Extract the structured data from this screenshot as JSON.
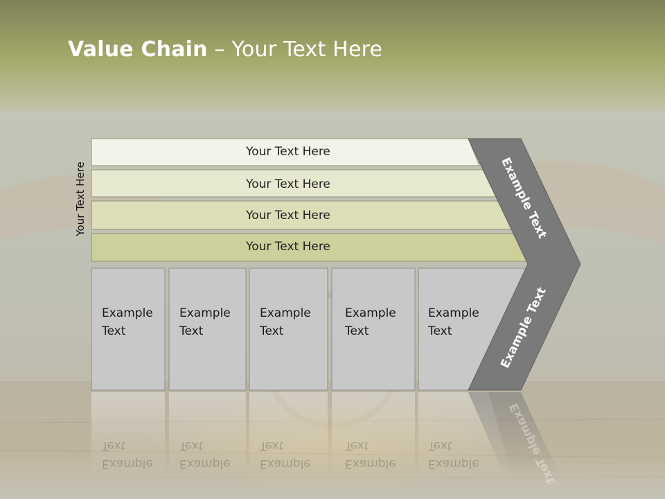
{
  "title": {
    "bold": "Value Chain",
    "rest": " – Your Text Here"
  },
  "side_label": "Your Text Here",
  "bars": [
    {
      "label": "Your Text Here"
    },
    {
      "label": "Your Text Here"
    },
    {
      "label": "Your Text Here"
    },
    {
      "label": "Your Text Here"
    }
  ],
  "boxes": [
    {
      "line1": "Example",
      "line2": "Text"
    },
    {
      "line1": "Example",
      "line2": "Text"
    },
    {
      "line1": "Example",
      "line2": "Text"
    },
    {
      "line1": "Example",
      "line2": "Text"
    },
    {
      "line1": "Example",
      "line2": "Text"
    }
  ],
  "chevron": {
    "upper": "Example Text",
    "lower": "Example Text"
  },
  "colors": {
    "header_olive": "#9ea564",
    "bar1": "#f3f3ea",
    "bar2": "#e7e8d0",
    "bar3": "#dcdeb8",
    "bar4": "#cdd09a",
    "box": "#c8c8c8",
    "chevron": "#7a7a7a"
  }
}
